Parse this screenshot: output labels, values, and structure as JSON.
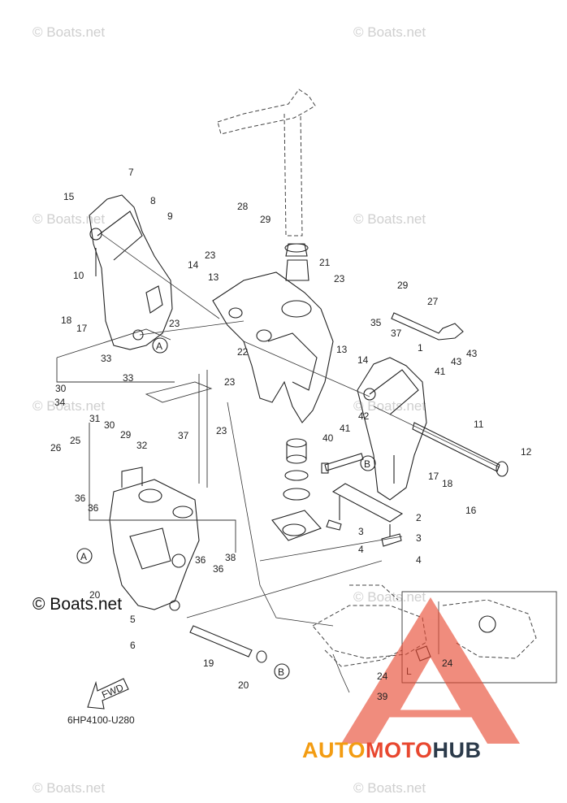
{
  "watermark": {
    "text": "© Boats.net",
    "main": "© Boats.net"
  },
  "diagram_code": "6HP4100-U280",
  "fwd_label": "FWD",
  "circle_labels": {
    "a": "A",
    "b": "B"
  },
  "detail_label": "L",
  "brand": {
    "part1": "AUTO",
    "part2": "MOTO",
    "part3": "HUB",
    "color1": "#f39c12",
    "color2": "#e8472f",
    "color3": "#2b3a4a"
  },
  "callouts": [
    {
      "id": "c7",
      "text": "7"
    },
    {
      "id": "c15",
      "text": "15"
    },
    {
      "id": "c8",
      "text": "8"
    },
    {
      "id": "c9",
      "text": "9"
    },
    {
      "id": "c10",
      "text": "10"
    },
    {
      "id": "c14a",
      "text": "14"
    },
    {
      "id": "c13a",
      "text": "13"
    },
    {
      "id": "c23a",
      "text": "23"
    },
    {
      "id": "c18a",
      "text": "18"
    },
    {
      "id": "c17a",
      "text": "17"
    },
    {
      "id": "c23b",
      "text": "23"
    },
    {
      "id": "c28",
      "text": "28"
    },
    {
      "id": "c29a",
      "text": "29"
    },
    {
      "id": "c21",
      "text": "21"
    },
    {
      "id": "c23c",
      "text": "23"
    },
    {
      "id": "c29b",
      "text": "29"
    },
    {
      "id": "c27",
      "text": "27"
    },
    {
      "id": "c35",
      "text": "35"
    },
    {
      "id": "c37a",
      "text": "37"
    },
    {
      "id": "c13b",
      "text": "13"
    },
    {
      "id": "c14b",
      "text": "14"
    },
    {
      "id": "c1",
      "text": "1"
    },
    {
      "id": "c43a",
      "text": "43"
    },
    {
      "id": "c43b",
      "text": "43"
    },
    {
      "id": "c41a",
      "text": "41"
    },
    {
      "id": "c33a",
      "text": "33"
    },
    {
      "id": "c33b",
      "text": "33"
    },
    {
      "id": "c30a",
      "text": "30"
    },
    {
      "id": "c34",
      "text": "34"
    },
    {
      "id": "c31",
      "text": "31"
    },
    {
      "id": "c30b",
      "text": "30"
    },
    {
      "id": "c26",
      "text": "26"
    },
    {
      "id": "c25",
      "text": "25"
    },
    {
      "id": "c29c",
      "text": "29"
    },
    {
      "id": "c32",
      "text": "32"
    },
    {
      "id": "c22",
      "text": "22"
    },
    {
      "id": "c23d",
      "text": "23"
    },
    {
      "id": "c23e",
      "text": "23"
    },
    {
      "id": "c42",
      "text": "42"
    },
    {
      "id": "c41b",
      "text": "41"
    },
    {
      "id": "c40",
      "text": "40"
    },
    {
      "id": "c11",
      "text": "11"
    },
    {
      "id": "c12",
      "text": "12"
    },
    {
      "id": "c37b",
      "text": "37"
    },
    {
      "id": "c17b",
      "text": "17"
    },
    {
      "id": "c18b",
      "text": "18"
    },
    {
      "id": "c16",
      "text": "16"
    },
    {
      "id": "c36a",
      "text": "36"
    },
    {
      "id": "c36b",
      "text": "36"
    },
    {
      "id": "c2",
      "text": "2"
    },
    {
      "id": "c3a",
      "text": "3"
    },
    {
      "id": "c3b",
      "text": "3"
    },
    {
      "id": "c4a",
      "text": "4"
    },
    {
      "id": "c4b",
      "text": "4"
    },
    {
      "id": "c36c",
      "text": "36"
    },
    {
      "id": "c36d",
      "text": "36"
    },
    {
      "id": "c38",
      "text": "38"
    },
    {
      "id": "c20a",
      "text": "20"
    },
    {
      "id": "c5",
      "text": "5"
    },
    {
      "id": "c6",
      "text": "6"
    },
    {
      "id": "c19",
      "text": "19"
    },
    {
      "id": "c20b",
      "text": "20"
    },
    {
      "id": "c24a",
      "text": "24"
    },
    {
      "id": "c24b",
      "text": "24"
    },
    {
      "id": "c39",
      "text": "39"
    }
  ]
}
